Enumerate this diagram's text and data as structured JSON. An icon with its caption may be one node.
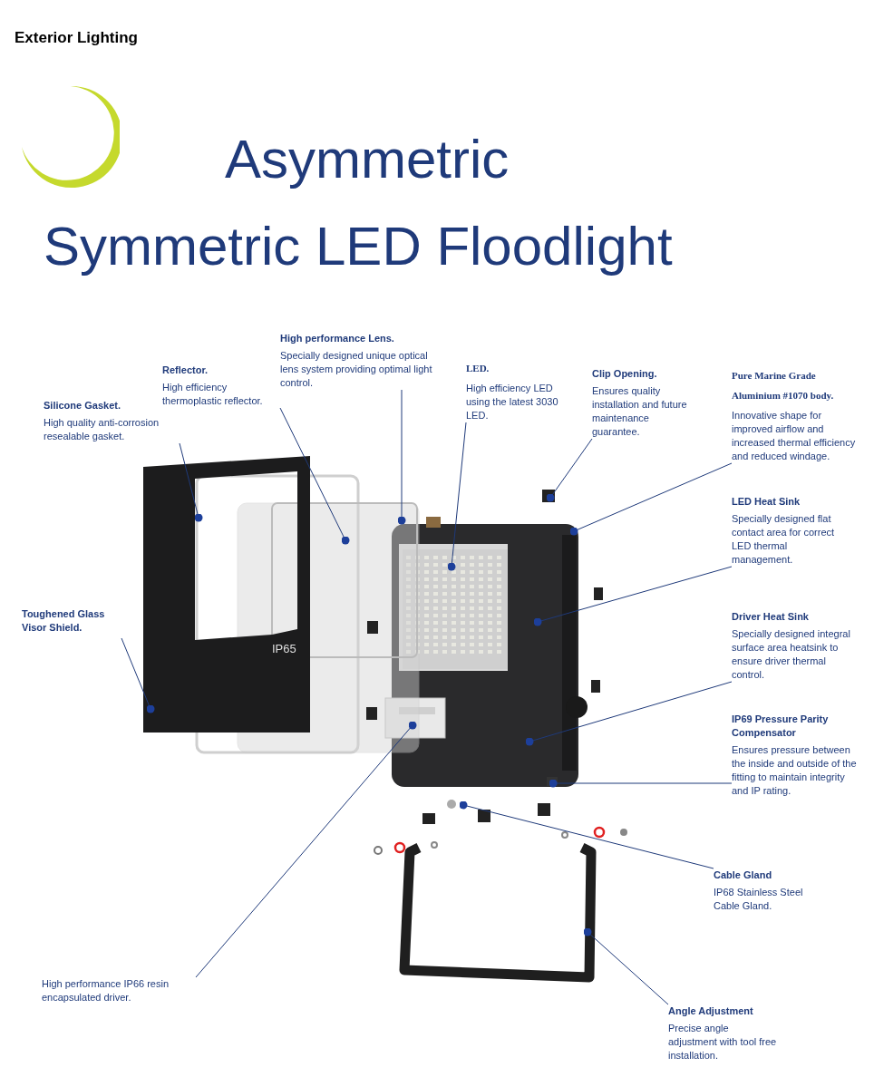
{
  "diagram": {
    "title": "Asymmetric Symmetric LED Floodlight",
    "nodes": [
      {
        "text": [
          "Silicone Gasket.",
          "High quality anti-corrosion resealable gasket."
        ]
      },
      {
        "text": [
          "Reflector.",
          "High efficiency thermoplastic reflector."
        ]
      },
      {
        "text": [
          "High performance Lens.",
          "Specially designed unique optical lens system providing optimal light control."
        ]
      },
      {
        "text": [
          "LED.",
          "High efficiency LED using the latest 3030 LED."
        ]
      },
      {
        "text": [
          "Clip Opening.",
          "Ensures quality installation and future maintenance guarantee."
        ]
      },
      {
        "text": [
          "Pure Marine Grade Aluminium #1070 body.",
          "Innovative shape for improved airflow and increased thermal efficiency and reduced windage."
        ]
      },
      {
        "text": [
          "LED Heat Sink",
          "Specially designed flat contact area for correct LED thermal management."
        ]
      },
      {
        "text": [
          "Toughened Glass Visor Shield."
        ]
      },
      {
        "text": [
          "Driver Heat Sink",
          "Specially designed integral surface area heatsink to ensure driver thermal control."
        ]
      },
      {
        "text": [
          "IP69 Pressure Parity Compensator",
          "Ensures pressure between the inside and outside of the fitting to maintain integrity and IP rating."
        ]
      },
      {
        "text": [
          "Cable Gland",
          "IP68 Stainless Steel Cable Gland."
        ]
      },
      {
        "text": [
          "High performance IP66 resin encapsulated driver."
        ]
      },
      {
        "text": [
          "Angle Adjustment",
          "Precise angle adjustment with tool free installation."
        ]
      }
    ],
    "edges": [
      {
        "from": 0,
        "to": null,
        "arrow": "other"
      },
      {
        "from": 1,
        "to": null,
        "arrow": "other"
      },
      {
        "from": 2,
        "to": null,
        "arrow": "other"
      },
      {
        "from": 3,
        "to": null,
        "arrow": "other"
      },
      {
        "from": 4,
        "to": null,
        "arrow": "other"
      },
      {
        "from": 5,
        "to": null,
        "arrow": "other"
      },
      {
        "from": 6,
        "to": null,
        "arrow": "other"
      },
      {
        "from": 7,
        "to": null,
        "arrow": "other"
      },
      {
        "from": 8,
        "to": null,
        "arrow": "other"
      },
      {
        "from": 9,
        "to": null,
        "arrow": "other"
      },
      {
        "from": 10,
        "to": null,
        "arrow": "other"
      },
      {
        "from": 11,
        "to": null,
        "arrow": "other"
      },
      {
        "from": 12,
        "to": null,
        "arrow": "other"
      }
    ],
    "labels": [
      "Exterior Lighting",
      "IP65"
    ]
  }
}
